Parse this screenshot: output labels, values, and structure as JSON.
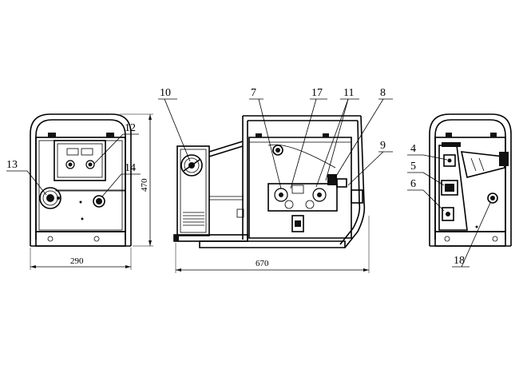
{
  "callouts": {
    "c4": "4",
    "c5": "5",
    "c6": "6",
    "c7": "7",
    "c8": "8",
    "c9": "9",
    "c10": "10",
    "c11": "11",
    "c12": "12",
    "c13": "13",
    "c14": "14",
    "c17": "17",
    "c18": "18"
  },
  "dimensions": {
    "front_width": "290",
    "front_height": "470",
    "side_length": "670"
  }
}
